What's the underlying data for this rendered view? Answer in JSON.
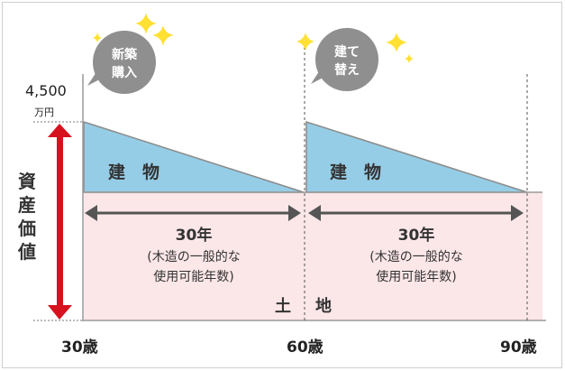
{
  "y_axis": {
    "top_value": "4,500",
    "unit": "万円",
    "label": [
      "資",
      "産",
      "価",
      "値"
    ]
  },
  "bubbles": [
    {
      "lines": [
        "新築",
        "購入"
      ]
    },
    {
      "lines": [
        "建て",
        "替え"
      ]
    }
  ],
  "building_label": "建　物",
  "land_label": [
    "土",
    "地"
  ],
  "periods": [
    {
      "years": "30年",
      "note_lines": [
        "(木造の一般的な",
        "使用可能年数)"
      ]
    },
    {
      "years": "30年",
      "note_lines": [
        "(木造の一般的な",
        "使用可能年数)"
      ]
    }
  ],
  "ages": [
    "30歳",
    "60歳",
    "90歳"
  ],
  "colors": {
    "building": "#96cde6",
    "land": "#fbe6e8",
    "arrow": "#d7121f",
    "bubble": "#8f8f8f",
    "sparkle": "#ffe033",
    "dimension": "#555555"
  }
}
